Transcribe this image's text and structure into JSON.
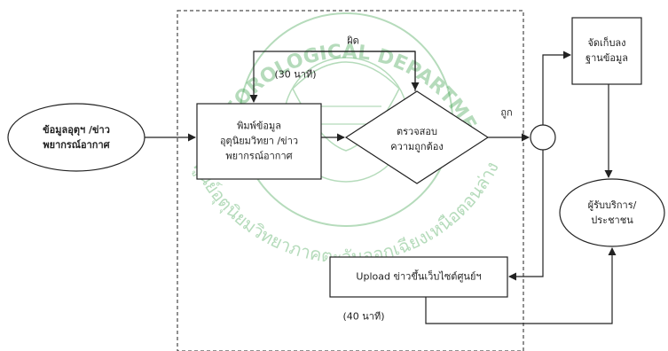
{
  "diagram": {
    "watermark": {
      "arc_top": "METEOROLOGICAL DEPARTMENT",
      "arc_bottom": "ศูนย์อุตุนิยมวิทยาภาคตะวันออกเฉียงเหนือตอนล่าง"
    },
    "nodes": {
      "source": {
        "line1": "ข้อมูลอุตุฯ /ข่าว",
        "line2": "พยากรณ์อากาศ"
      },
      "type_data": {
        "line1": "พิมพ์ข้อมูล",
        "line2": "อุตุนิยมวิทยา /ข่าว",
        "line3": "พยากรณ์อากาศ"
      },
      "verify": {
        "line1": "ตรวจสอบ",
        "line2": "ความถูกต้อง"
      },
      "store": {
        "line1": "จัดเก็บลง",
        "line2": "ฐานข้อมูล"
      },
      "recipient": {
        "line1": "ผู้รับบริการ/",
        "line2": "ประชาชน"
      },
      "upload": {
        "label": "Upload ข่าวขึ้นเว็บไซต์ศูนย์ฯ"
      }
    },
    "edges": {
      "wrong": "ผิด",
      "correct": "ถูก",
      "time_30": "(30 นาที)",
      "time_40": "(40 นาที)"
    },
    "colors": {
      "line": "#222222",
      "watermark": "#2e9a3e"
    }
  }
}
